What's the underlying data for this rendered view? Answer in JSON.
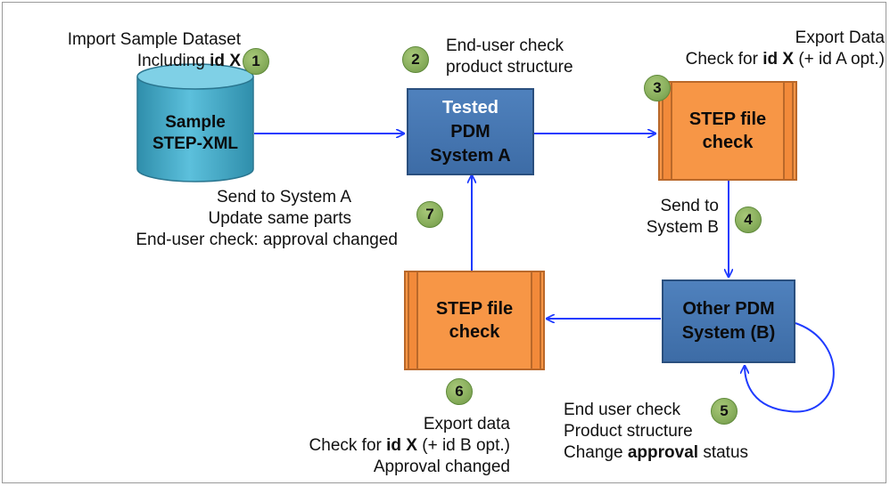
{
  "colors": {
    "arrow": "#1f3bff",
    "pdm_fill": "#4f81bd",
    "step_fill": "#f79646",
    "badge_fill": "#9bbb59",
    "cylinder_fill": "#4bacc6"
  },
  "steps": [
    {
      "num": "1"
    },
    {
      "num": "2"
    },
    {
      "num": "3"
    },
    {
      "num": "4"
    },
    {
      "num": "5"
    },
    {
      "num": "6"
    },
    {
      "num": "7"
    }
  ],
  "nodes": {
    "sample": {
      "line1": "Sample",
      "line2": "STEP-XML"
    },
    "system_a": {
      "line1": "Tested",
      "line2": "PDM",
      "line3": "System A"
    },
    "step_top": {
      "line1": "STEP file",
      "line2": "check"
    },
    "system_b": {
      "line1": "Other PDM",
      "line2": "System (B)"
    },
    "step_bottom": {
      "line1": "STEP file",
      "line2": "check"
    }
  },
  "annotations": {
    "a1": {
      "line1": "Import Sample Dataset",
      "line2_pre": "Including ",
      "line2_bold": "id X"
    },
    "a2": {
      "line1": "End-user check",
      "line2": "product structure"
    },
    "a3": {
      "line1": "Export Data",
      "line2_pre": "Check for ",
      "line2_bold": "id X",
      "line2_post": " (+ id A opt.)"
    },
    "a4": {
      "line1": "Send to",
      "line2": "System B"
    },
    "a5": {
      "line1": "End user check",
      "line2": "Product structure",
      "line3_pre": "Change ",
      "line3_bold": "approval",
      "line3_post": " status"
    },
    "a6": {
      "line1": "Export data",
      "line2_pre": "Check for ",
      "line2_bold": "id X",
      "line2_post": " (+ id B opt.)",
      "line3": "Approval changed"
    },
    "a7": {
      "line1": "Send to System A",
      "line2": "Update same parts",
      "line3": "End-user check: approval changed"
    }
  }
}
